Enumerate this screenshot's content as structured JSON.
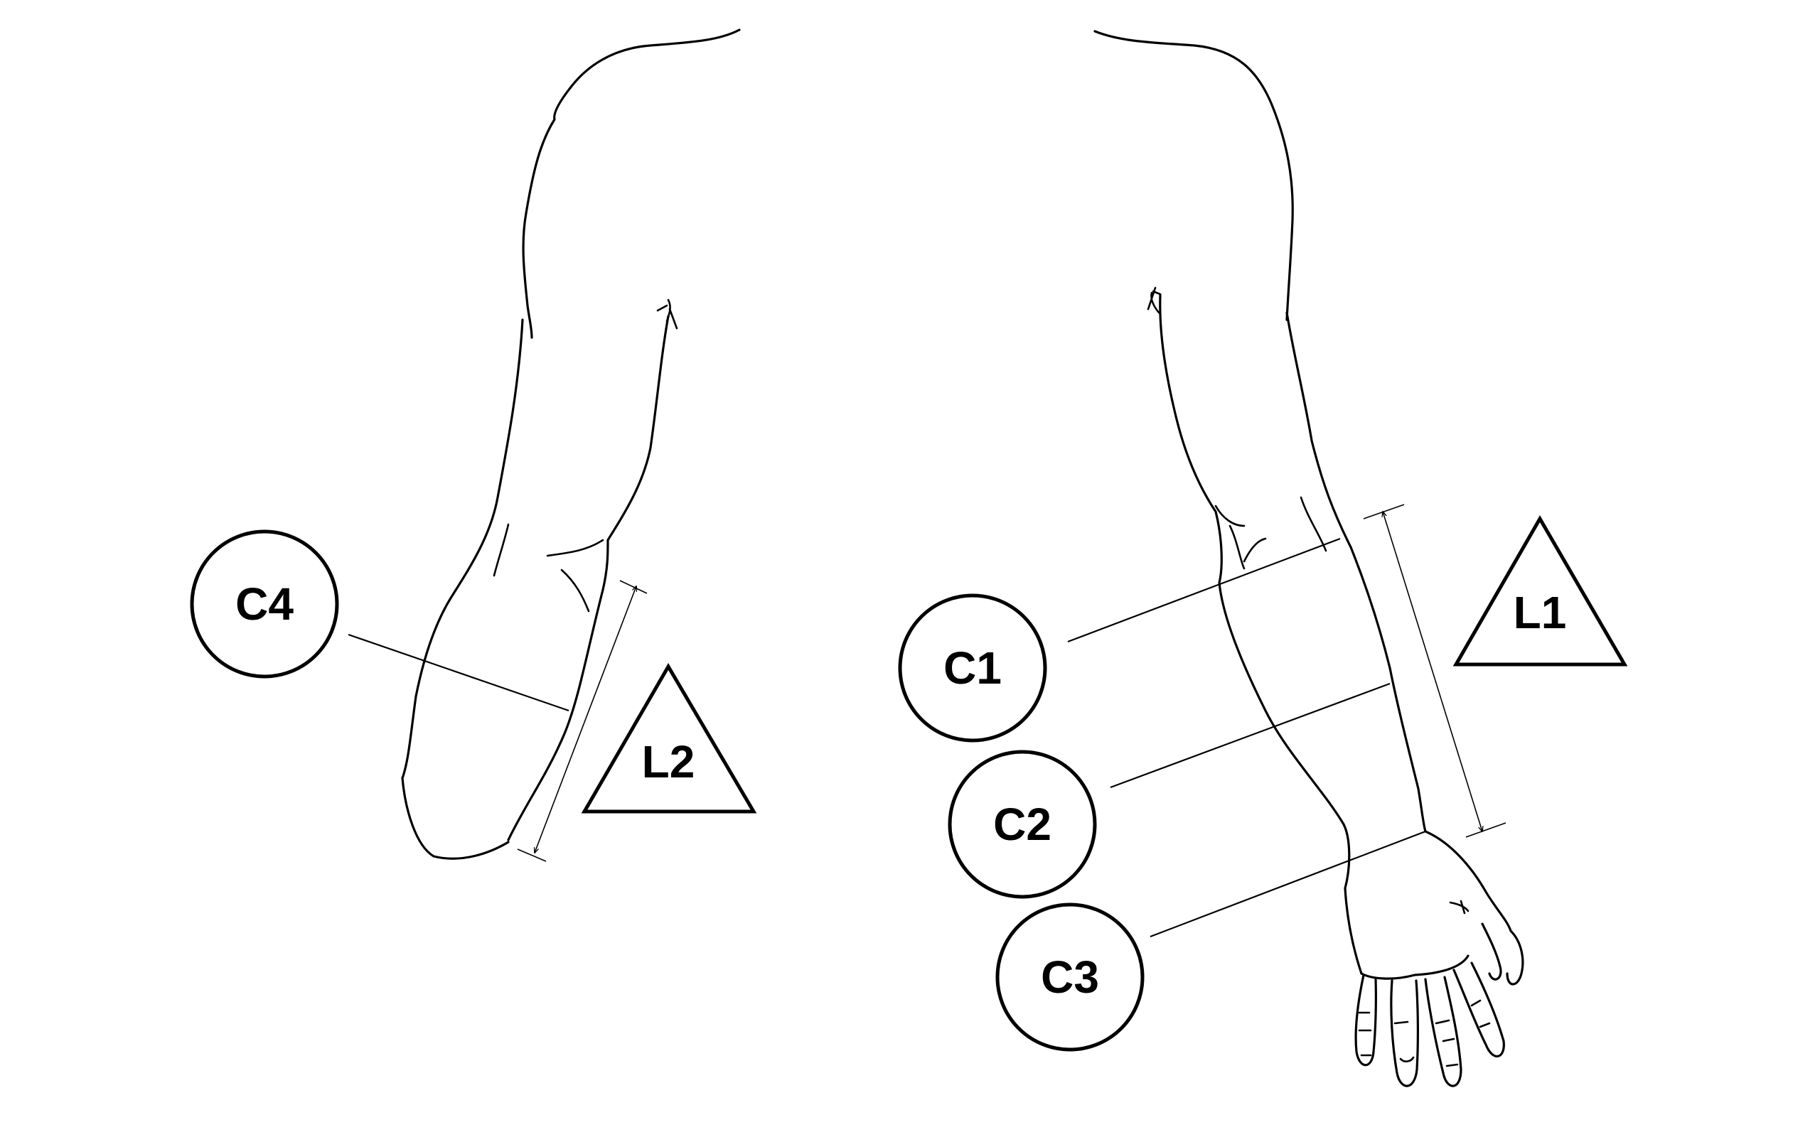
{
  "labels": {
    "c1": "C1",
    "c2": "C2",
    "c3": "C3",
    "c4": "C4",
    "l1": "L1",
    "l2": "L2"
  }
}
